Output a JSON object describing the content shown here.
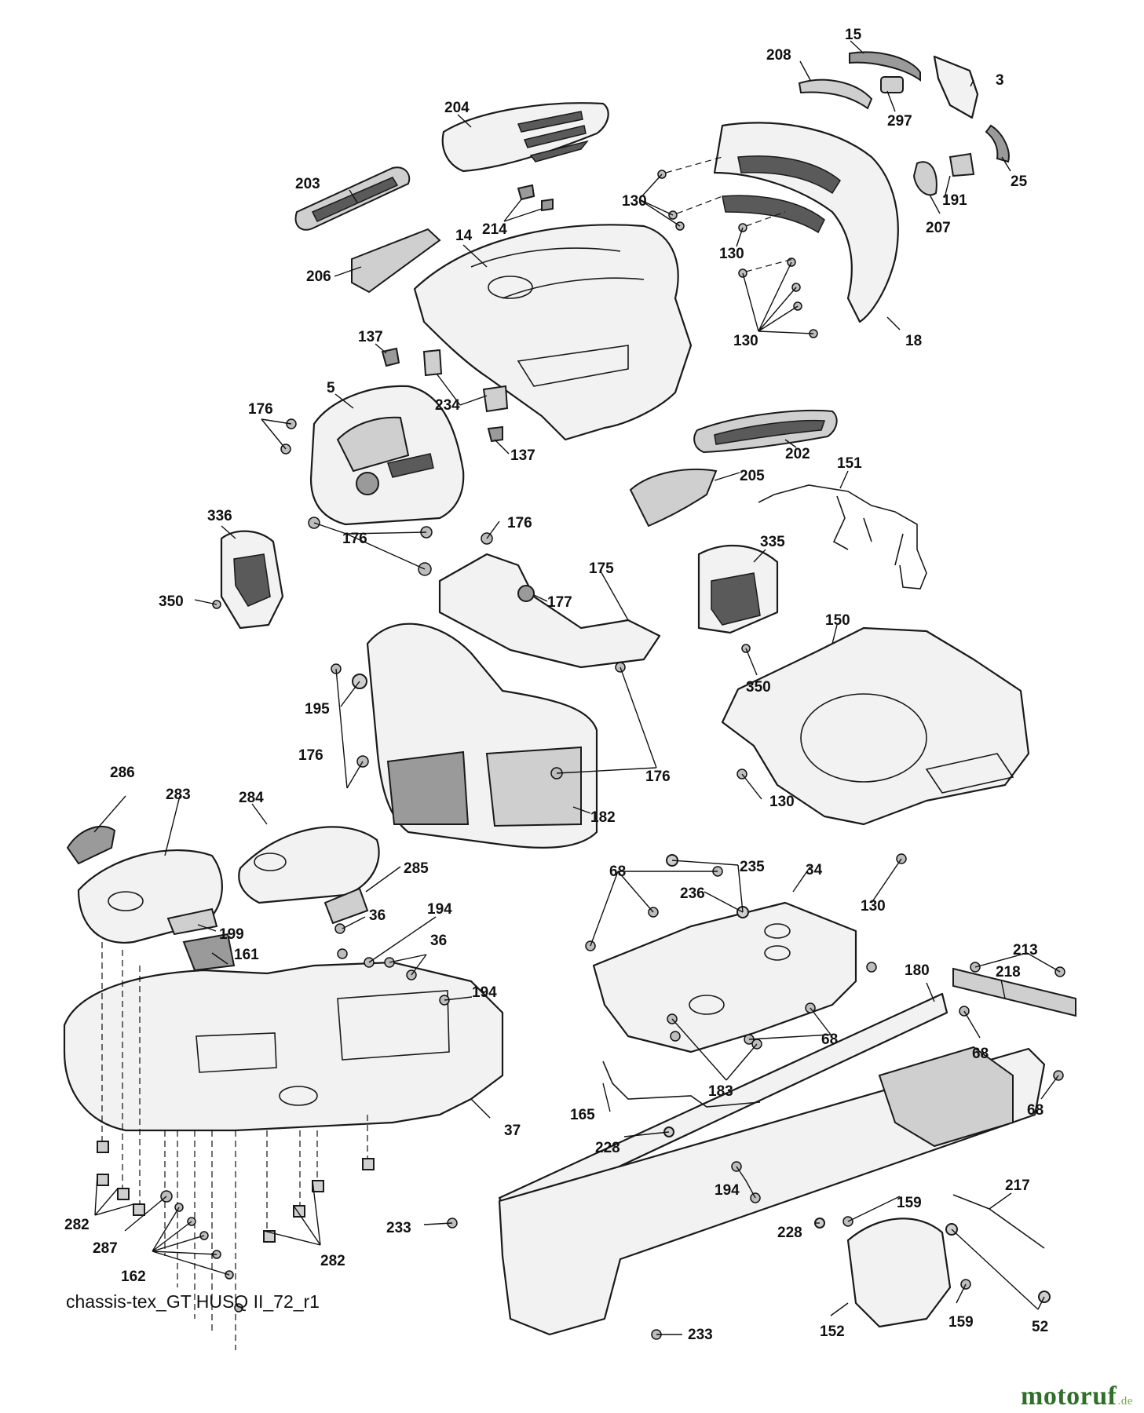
{
  "caption": "chassis-tex_GT HUSQ II_72_r1",
  "logo": {
    "name": "motoruf",
    "tld": ".de"
  },
  "labels": {
    "l15": "15",
    "l208": "208",
    "l3": "3",
    "l204": "204",
    "l297": "297",
    "l25": "25",
    "l191": "191",
    "l207": "207",
    "l203": "203",
    "l130a": "130",
    "l214": "214",
    "l130b": "130",
    "l14": "14",
    "l206": "206",
    "l130c": "130",
    "l18": "18",
    "l137a": "137",
    "l5": "5",
    "l234": "234",
    "l176a": "176",
    "l137b": "137",
    "l202": "202",
    "l205": "205",
    "l151": "151",
    "l176b": "176",
    "l336": "336",
    "l176c": "176",
    "l335": "335",
    "l175": "175",
    "l177": "177",
    "l350a": "350",
    "l150": "150",
    "l350b": "350",
    "l195": "195",
    "l176d": "176",
    "l176e": "176",
    "l130d": "130",
    "l182": "182",
    "l286": "286",
    "l283": "283",
    "l284": "284",
    "l285": "285",
    "l235": "235",
    "l34": "34",
    "l68a": "68",
    "l236": "236",
    "l130e": "130",
    "l36a": "36",
    "l194a": "194",
    "l199": "199",
    "l36b": "36",
    "l213": "213",
    "l161": "161",
    "l194b": "194",
    "l218": "218",
    "l180": "180",
    "l68b": "68",
    "l68c": "68",
    "l37": "37",
    "l183": "183",
    "l68d": "68",
    "l165": "165",
    "l228a": "228",
    "l194c": "194",
    "l282a": "282",
    "l287": "287",
    "l159a": "159",
    "l217": "217",
    "l233a": "233",
    "l228b": "228",
    "l162": "162",
    "l282b": "282",
    "l52": "52",
    "l152": "152",
    "l159b": "159",
    "l233b": "233"
  }
}
